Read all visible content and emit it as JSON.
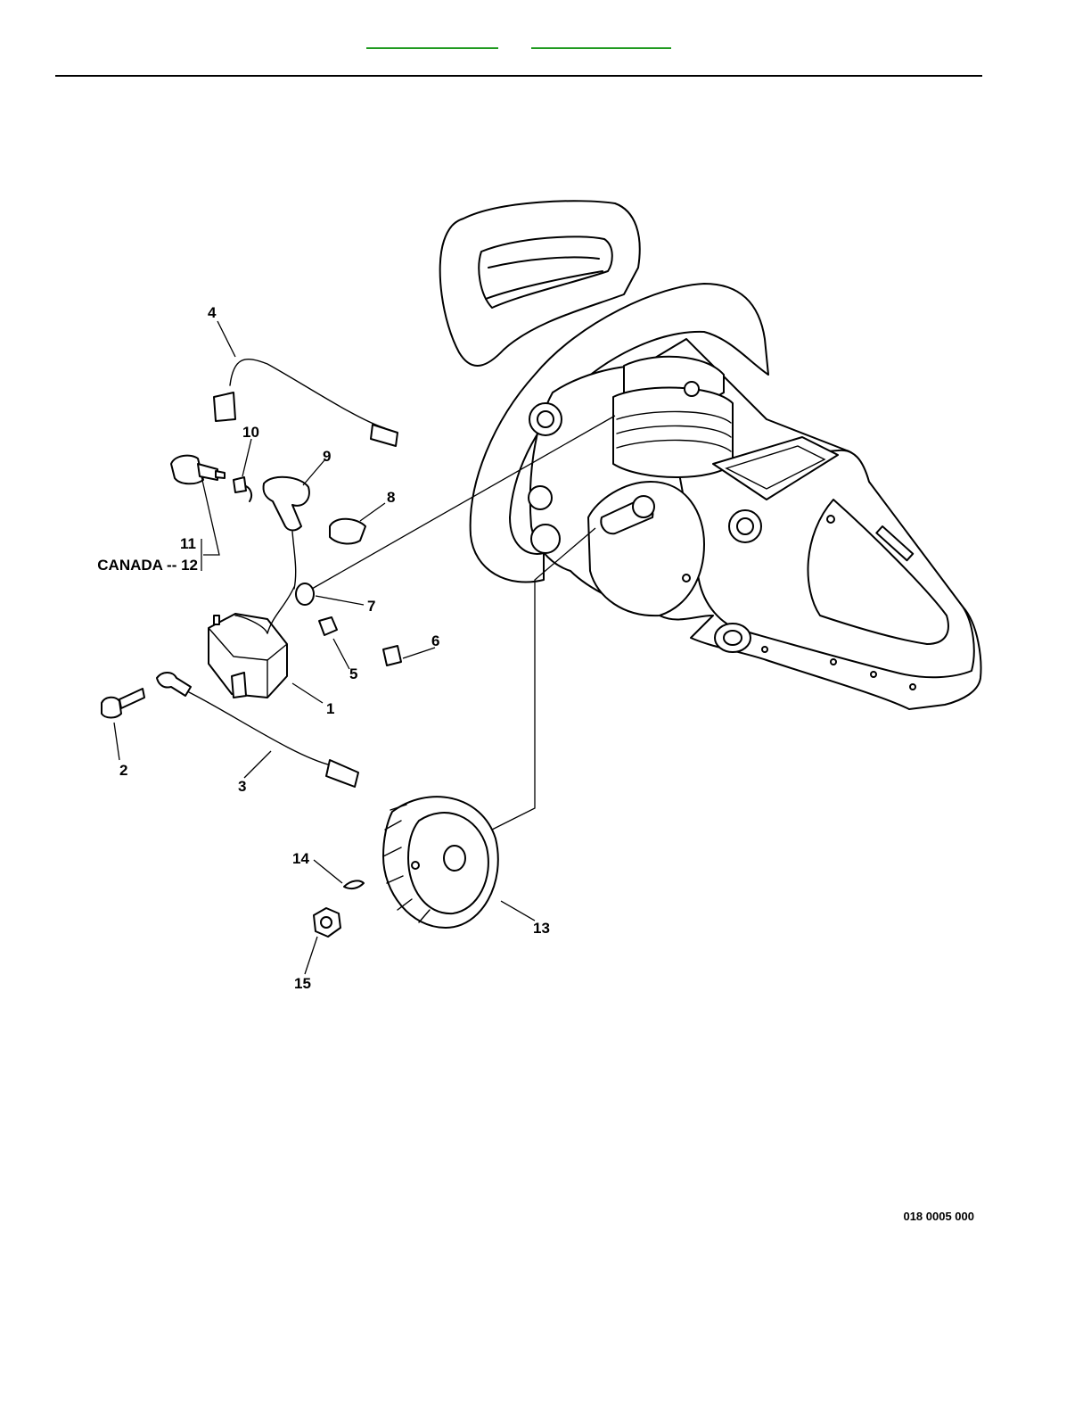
{
  "header": {
    "links": [
      "",
      ""
    ]
  },
  "diagram": {
    "callouts": [
      {
        "id": "1",
        "label": "1"
      },
      {
        "id": "2",
        "label": "2"
      },
      {
        "id": "3",
        "label": "3"
      },
      {
        "id": "4",
        "label": "4"
      },
      {
        "id": "5",
        "label": "5"
      },
      {
        "id": "6",
        "label": "6"
      },
      {
        "id": "7",
        "label": "7"
      },
      {
        "id": "8",
        "label": "8"
      },
      {
        "id": "9",
        "label": "9"
      },
      {
        "id": "10",
        "label": "10"
      },
      {
        "id": "11",
        "label": "11"
      },
      {
        "id": "12",
        "label": "CANADA -- 12"
      },
      {
        "id": "13",
        "label": "13"
      },
      {
        "id": "14",
        "label": "14"
      },
      {
        "id": "15",
        "label": "15"
      }
    ],
    "reference_code": "018 0005 000"
  }
}
